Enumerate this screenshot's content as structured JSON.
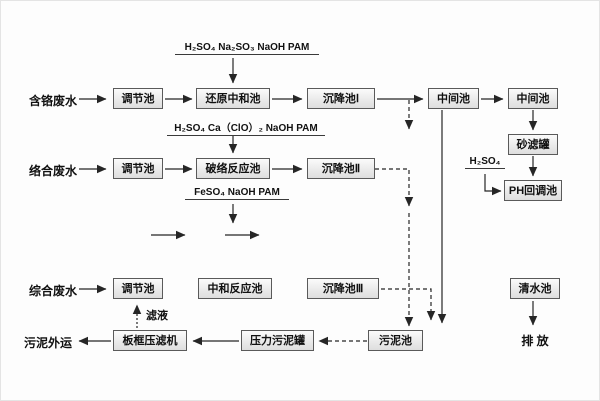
{
  "diagram": {
    "nodes": {
      "chromium_wastewater": "含铬废水",
      "regulating_tank_1": "调节池",
      "reduction_neutralization_tank": "还原中和池",
      "sedimentation_tank_1": "沉降池Ⅰ",
      "intermediate_tank_1": "中间池",
      "intermediate_tank_2": "中间池",
      "sand_filter_tank": "砂滤罐",
      "ph_readjust_tank": "PH回调池",
      "complex_wastewater": "络合废水",
      "regulating_tank_2": "调节池",
      "decomplex_reaction_tank": "破络反应池",
      "sedimentation_tank_2": "沉降池Ⅱ",
      "comprehensive_wastewater": "综合废水",
      "regulating_tank_3": "调节池",
      "neutralization_reaction_tank": "中和反应池",
      "sedimentation_tank_3": "沉降池Ⅲ",
      "clear_water_tank": "清水池",
      "discharge": "排 放",
      "sludge_outward": "污泥外运",
      "plate_frame_filter_press": "板框压滤机",
      "pressure_sludge_tank": "压力污泥罐",
      "sludge_tank": "污泥池",
      "filtrate": "滤液"
    },
    "chemicals": {
      "dosing_1": "H₂SO₄ Na₂SO₃ NaOH PAM",
      "dosing_2": "H₂SO₄ Ca（ClO）₂ NaOH PAM",
      "dosing_3": "FeSO₄ NaOH PAM",
      "dosing_4": "H₂SO₄"
    },
    "colors": {
      "line": "#262626",
      "box_border": "#5a5a5a",
      "box_fill": "#e9e9e9",
      "background": "#fdfdfd",
      "text": "#111111"
    }
  }
}
